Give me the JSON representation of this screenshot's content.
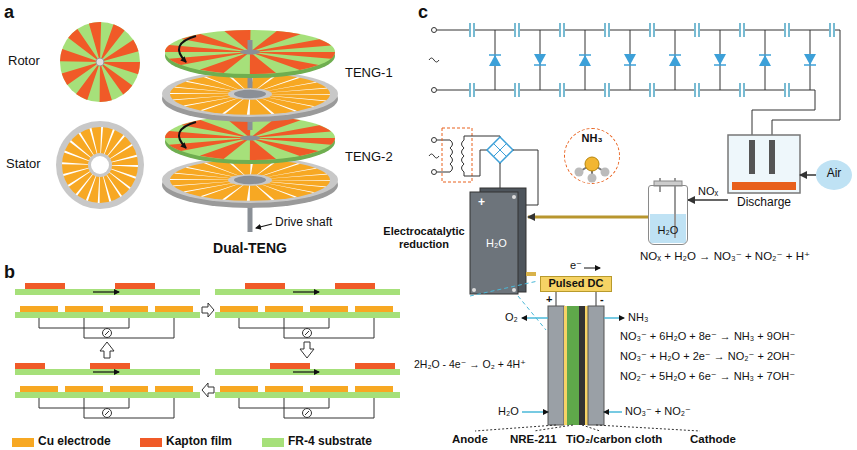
{
  "diagram": {
    "nodes": [
      {
        "text": [
          "Electrocatalytic reduction",
          "H₂O"
        ]
      },
      {
        "text": [
          "NH₃"
        ]
      },
      {
        "text": [
          "H₂O"
        ]
      },
      {
        "text": [
          "Discharge"
        ]
      },
      {
        "text": [
          "Air"
        ]
      },
      {
        "text": [
          "Pulsed DC"
        ]
      }
    ],
    "edges": [
      {
        "from": 4,
        "to": 3,
        "arrow": "to"
      },
      {
        "from": 3,
        "to": 2,
        "label": "NOₓ",
        "arrow": "to"
      },
      {
        "from": 2,
        "to": 0,
        "arrow": "to"
      }
    ],
    "labels": [
      "a",
      "Rotor",
      "Stator",
      "TENG-1",
      "TENG-2",
      "Drive shaft",
      "Dual-TENG",
      "b",
      "c",
      "+",
      "NOₓ + H₂O → NO₃⁻ + NO₂⁻ + H⁺",
      "e⁻",
      "+",
      "-",
      "O₂",
      "NH₃",
      "2H₂O - 4e⁻ → O₂ + 4H⁺",
      "NO₃⁻ + 6H₂O + 8e⁻ → NH₃ + 9OH⁻",
      "NO₃⁻ + H₂O + 2e⁻ → NO₂⁻ + 2OH⁻",
      "NO₂⁻ + 5H₂O + 6e⁻ → NH₃ + 7OH⁻",
      "H₂O",
      "NO₃⁻ + NO₂⁻",
      "Anode",
      "NRE-211",
      "TiO₂/carbon cloth",
      "Cathode"
    ],
    "legend": [
      {
        "text": "Cu electrode",
        "color": "#f7a823"
      },
      {
        "text": "Kapton film",
        "color": "#f05a28"
      },
      {
        "text": "FR-4 substrate",
        "color": "#a6e07a"
      }
    ]
  }
}
